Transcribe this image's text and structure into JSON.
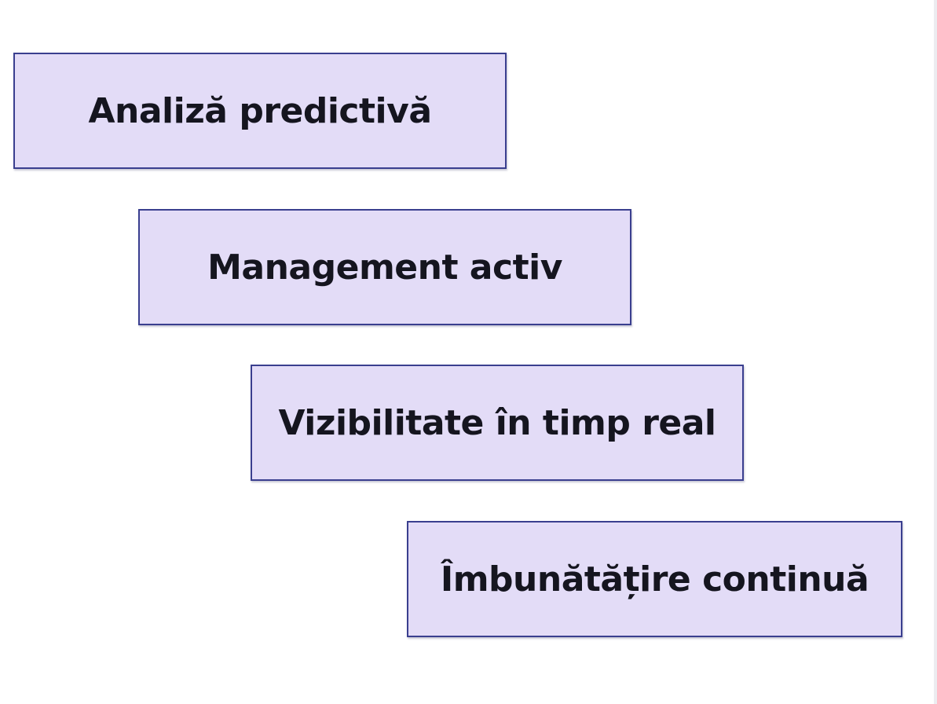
{
  "diagram": {
    "steps": [
      {
        "label": "Analiză predictivă"
      },
      {
        "label": "Management activ"
      },
      {
        "label": "Vizibilitate în timp real"
      },
      {
        "label": "Îmbunătățire continuă"
      }
    ]
  },
  "colors": {
    "box_fill": "#e3dcf7",
    "box_border": "#3a3f8f",
    "text": "#15151f",
    "background": "#ffffff"
  }
}
